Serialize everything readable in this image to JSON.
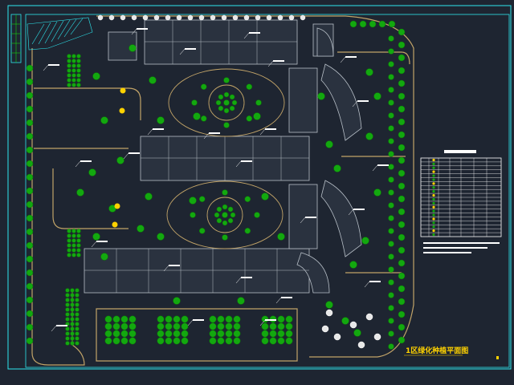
{
  "drawing": {
    "title": "1区绿化种植平面图",
    "background": "#1e2531",
    "frame_color": "#2ee6ee",
    "tree_color": "#13a80f",
    "building_color": "#b7bfc7",
    "road_color": "#c2a468",
    "accent_color": "#ffd200"
  },
  "legend": {
    "title_present": true,
    "row_count": 20,
    "column_count": 7
  }
}
